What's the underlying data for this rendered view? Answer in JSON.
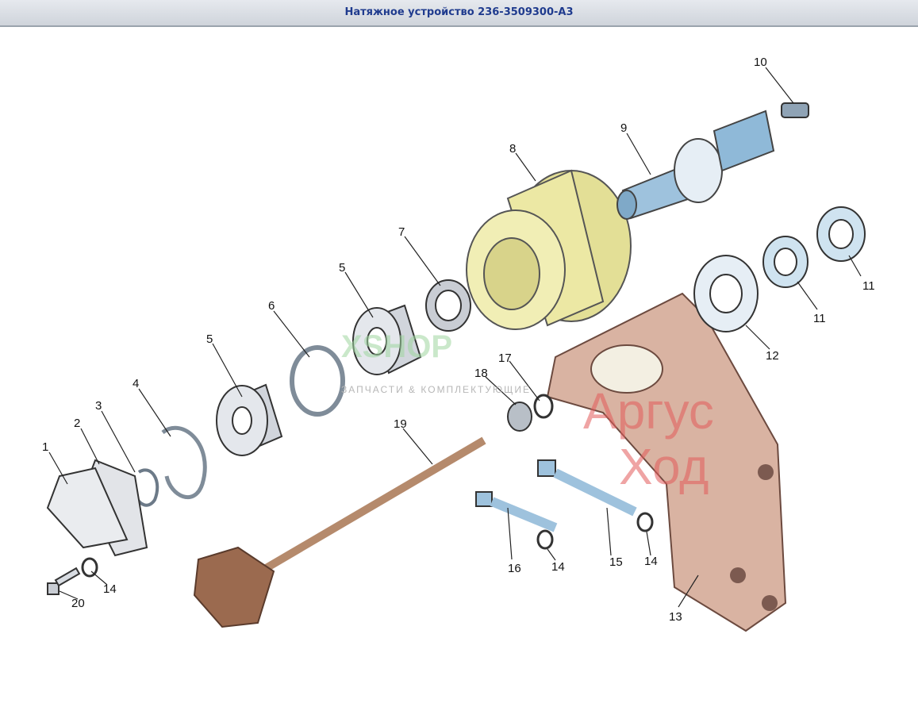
{
  "window": {
    "title": "Натяжное устройство 236-3509300-А3"
  },
  "watermarks": {
    "shop": "XSHOP",
    "shop_tagline": "ЗАПЧАСТИ & КОМПЛЕКТУЮЩИЕ",
    "brand_line1": "Аргус",
    "brand_line2": "Ход"
  },
  "labels": {
    "p1": "1",
    "p2": "2",
    "p3": "3",
    "p4": "4",
    "p5a": "5",
    "p5b": "5",
    "p6": "6",
    "p7": "7",
    "p8": "8",
    "p9": "9",
    "p10": "10",
    "p11a": "11",
    "p11b": "11",
    "p12": "12",
    "p13": "13",
    "p14a": "14",
    "p14b": "14",
    "p14c": "14",
    "p15": "15",
    "p16": "16",
    "p17": "17",
    "p18": "18",
    "p19": "19",
    "p20": "20"
  },
  "colors": {
    "title_text": "#1f3b8e",
    "pulley": "#ece8a4",
    "bracket": "#d9b3a2",
    "steel": "#c9cdd4",
    "rod": "#b58a6c"
  }
}
